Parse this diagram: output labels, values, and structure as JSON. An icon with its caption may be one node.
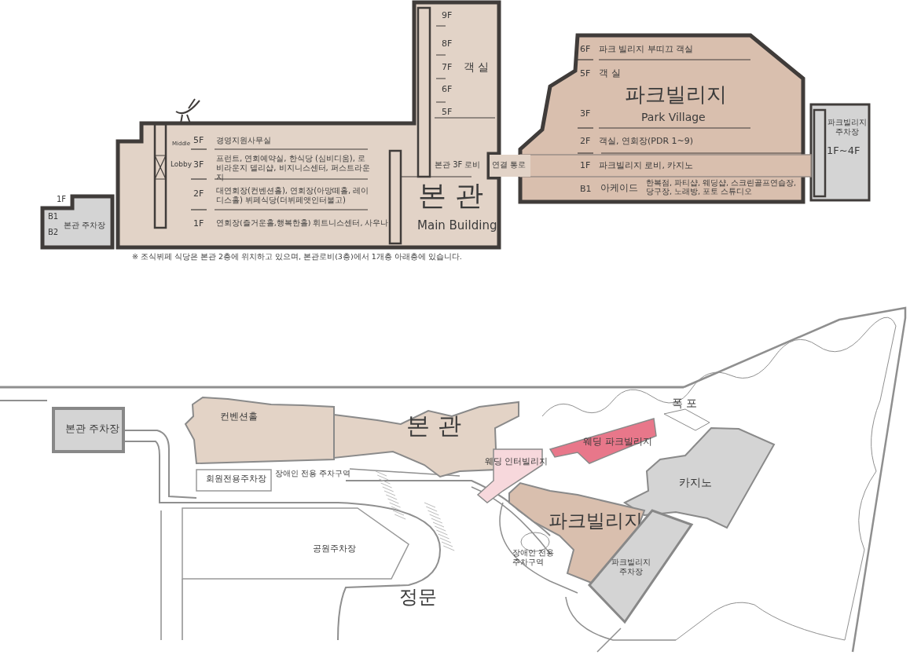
{
  "diagram": {
    "nodes": [
      {
        "text": [
          "본관 주차장"
        ]
      },
      {
        "text": [
          "본 관",
          "Main Building"
        ]
      },
      {
        "text": [
          "연결 통로"
        ]
      },
      {
        "text": [
          "파크빌리지",
          "Park Village"
        ]
      },
      {
        "text": [
          "파크빌리지 주차장",
          "1F~4F"
        ]
      },
      {
        "text": [
          "본관 주차장"
        ]
      },
      {
        "text": [
          "컨벤션홀"
        ]
      },
      {
        "text": [
          "본 관"
        ]
      },
      {
        "text": [
          "웨딩 인터빌리지"
        ]
      },
      {
        "text": [
          "웨딩 파크빌리지"
        ]
      },
      {
        "text": [
          "폭 포"
        ]
      },
      {
        "text": [
          "카지노"
        ]
      },
      {
        "text": [
          "파크빌리지"
        ]
      },
      {
        "text": [
          "파크빌리지 주차장"
        ]
      },
      {
        "text": [
          "회원전용주차장"
        ]
      },
      {
        "text": [
          "공원주차장"
        ]
      }
    ],
    "labels": [
      "9F",
      "8F",
      "7F",
      "6F",
      "5F",
      "객 실",
      "6F",
      "파크 빌리지 부띠끄 객실",
      "5F",
      "객 실",
      "3F",
      "2F",
      "객실, 연회장(PDR 1~9)",
      "1F",
      "파크빌리지 로비, 카지노",
      "Middle",
      "5F",
      "경영지원사무실",
      "Lobby",
      "3F",
      "프런트, 연회예약실, 한식당 (심비디움), 로비라운지 델리샵, 비지니스센터, 퍼스트라운지",
      "본관 3F 로비",
      "B1",
      "아케이드",
      "한복점, 파티샵, 웨딩샵, 스크린골프연습장, 당구장, 노래방, 포토 스튜디오",
      "1F",
      "B1",
      "B2",
      "2F",
      "대연회장(컨벤션홀), 연회장(아망떼홀, 레이디스홀) 뷔페식당(더뷔페앳인터불고)",
      "1F",
      "연회장(즐거운홀,행복한홀) 휘트니스센터, 사우나",
      "※ 조식뷔페 식당은 본관 2층에 위치하고 있으며, 본관로비(3층)에서 1개층 아래층에 있습니다.",
      "장애인 전용 주차구역",
      "장애인 전용 주차구역",
      "정문"
    ]
  }
}
